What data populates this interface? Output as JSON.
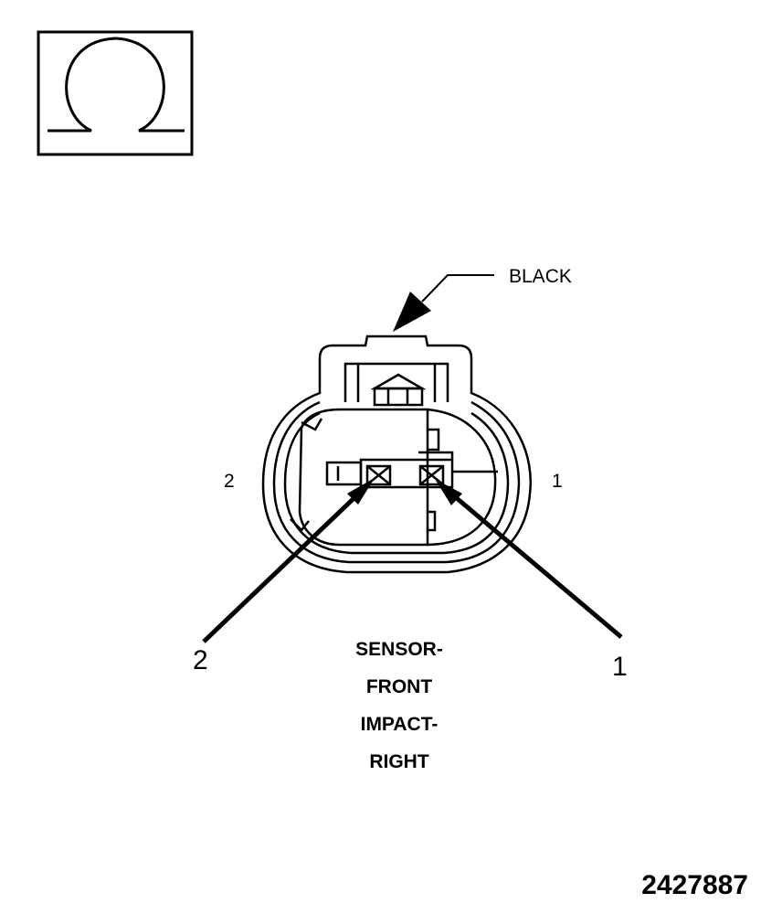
{
  "symbol": {
    "glyph": "ohm-icon"
  },
  "connector": {
    "color_label": "BLACK",
    "cavity_left_label": "2",
    "cavity_right_label": "1"
  },
  "callouts": {
    "left": "2",
    "right": "1"
  },
  "caption": {
    "line1": "SENSOR-",
    "line2": "FRONT",
    "line3": "IMPACT-",
    "line4": "RIGHT"
  },
  "figure_number": "2427887"
}
